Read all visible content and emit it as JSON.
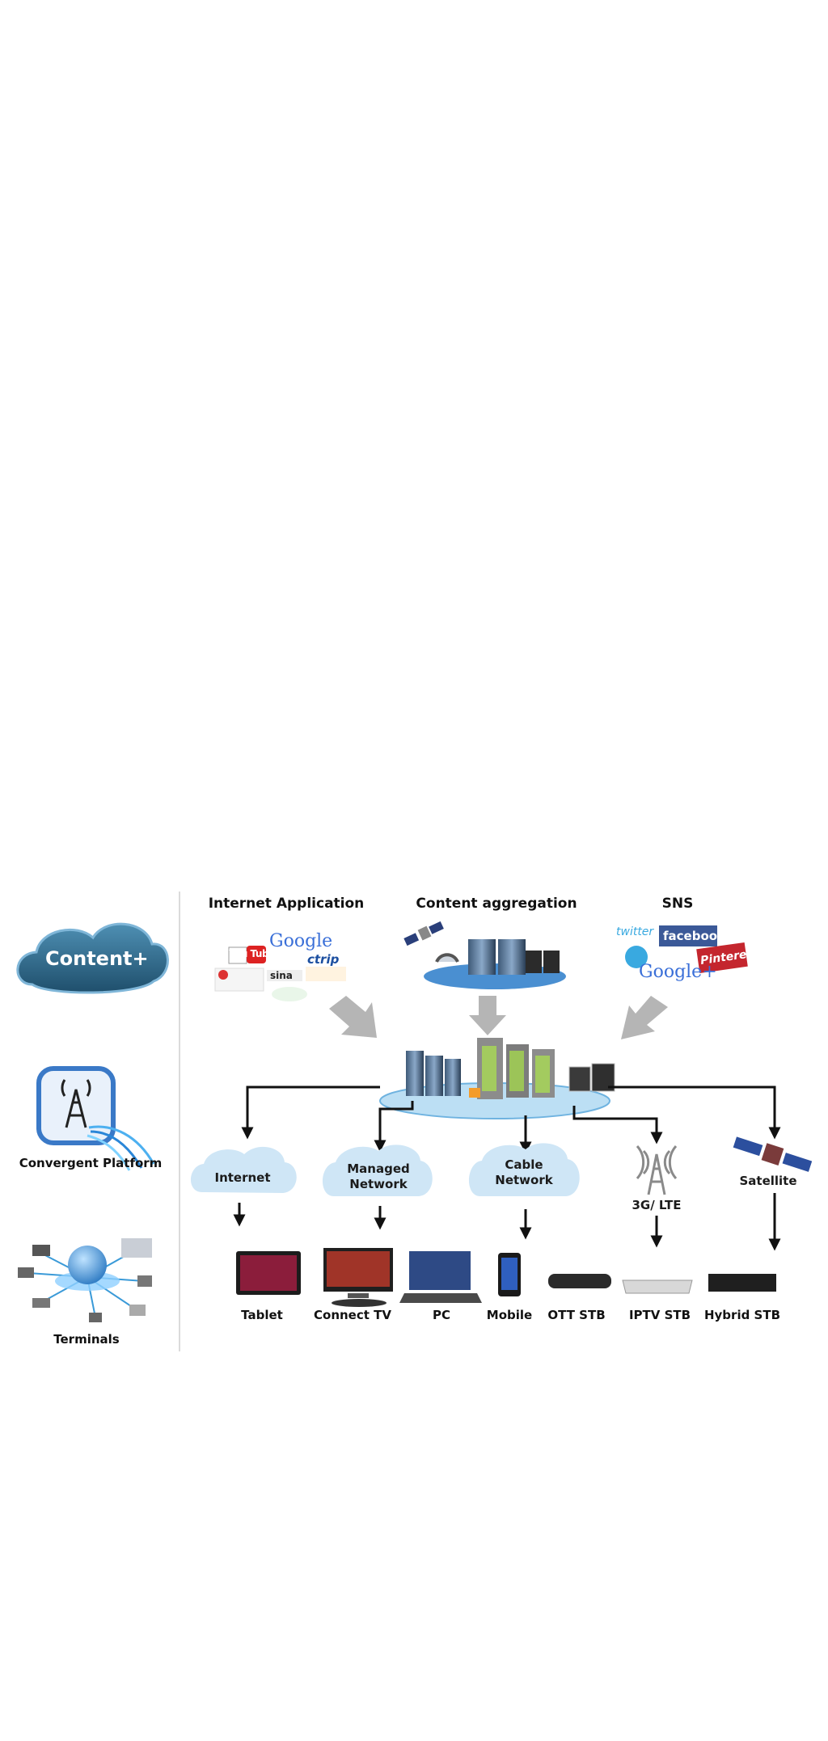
{
  "left_panel": {
    "content_cloud": "Content+",
    "platform_label": "Convergent Platform",
    "terminals_label": "Terminals"
  },
  "sources": {
    "internet_application": "Internet Application",
    "content_aggregation": "Content aggregation",
    "sns": "SNS",
    "internet_logos": [
      "You Tube",
      "Google",
      "ctrip",
      "sina"
    ],
    "sns_logos": [
      "twitter",
      "facebook",
      "Pinterest",
      "Google+"
    ]
  },
  "networks": {
    "internet": "Internet",
    "managed_line1": "Managed",
    "managed_line2": "Network",
    "cable_line1": "Cable",
    "cable_line2": "Network",
    "lte": "3G/ LTE",
    "satellite": "Satellite"
  },
  "terminals": [
    "Tablet",
    "Connect TV",
    "PC",
    "Mobile",
    "OTT STB",
    "IPTV STB",
    "Hybrid STB"
  ],
  "colors": {
    "arrow_gray": "#b5b5b5",
    "cloud_blue": "#cfe6f6",
    "content_cloud": "#2d6a8c",
    "divider": "#cfcfcf"
  }
}
